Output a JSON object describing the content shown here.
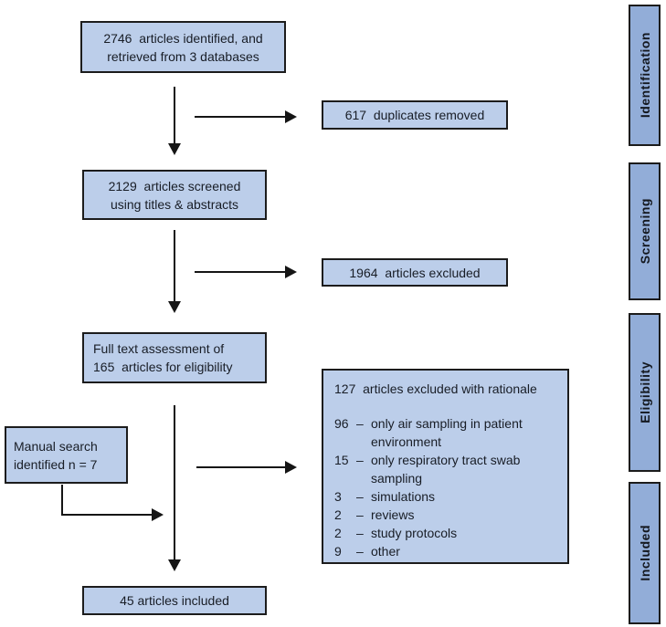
{
  "stages": {
    "identification": "Identification",
    "screening": "Screening",
    "eligibility": "Eligibility",
    "included": "Included"
  },
  "boxes": {
    "identified": {
      "line1": "2746  articles identified, and",
      "line2": "retrieved from 3 databases"
    },
    "duplicates": {
      "text": "617  duplicates removed"
    },
    "screened": {
      "line1": "2129  articles screened",
      "line2": "using titles & abstracts"
    },
    "excluded": {
      "text": "1964  articles excluded"
    },
    "fulltext": {
      "line1": "Full text assessment of",
      "line2": "165  articles for eligibility"
    },
    "manual": {
      "line1": "Manual search",
      "line2": "identified n = 7"
    },
    "included": {
      "text": "45 articles included"
    },
    "rationale": {
      "title": "127  articles excluded with rationale",
      "sep": "–",
      "items": [
        {
          "n": "96",
          "text": "only air sampling in patient environment"
        },
        {
          "n": "15",
          "text": "only respiratory tract swab sampling"
        },
        {
          "n": "3",
          "text": "simulations"
        },
        {
          "n": "2",
          "text": "reviews"
        },
        {
          "n": "2",
          "text": "study protocols"
        },
        {
          "n": "9",
          "text": "other"
        }
      ]
    }
  },
  "colors": {
    "box_fill": "#bcceea",
    "sidebar_fill": "#92add8",
    "border": "#1c1c1c",
    "arrow": "#151515"
  }
}
